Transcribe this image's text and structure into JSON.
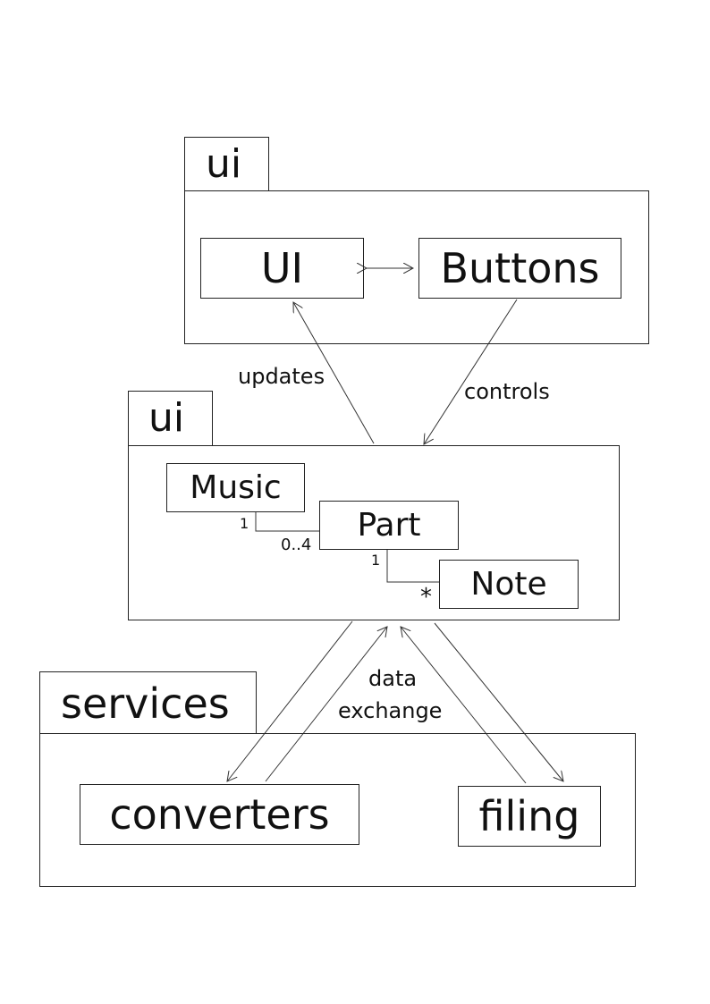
{
  "packages": {
    "top": {
      "tab_label": "ui"
    },
    "middle": {
      "tab_label": "ui"
    },
    "bottom": {
      "tab_label": "services"
    }
  },
  "classes": {
    "ui": "UI",
    "buttons": "Buttons",
    "music": "Music",
    "part": "Part",
    "note": "Note",
    "converters": "converters",
    "filing": "filing"
  },
  "relations": {
    "updates": "updates",
    "controls": "controls",
    "data_exchange_line1": "data",
    "data_exchange_line2": "exchange"
  },
  "multiplicities": {
    "music_side": "1",
    "part_from_music": "0..4",
    "part_side": "1",
    "note_side": "*"
  }
}
